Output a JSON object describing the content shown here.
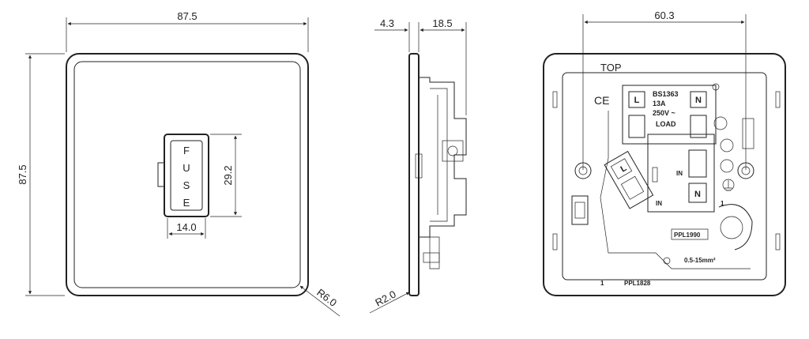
{
  "front_view": {
    "width_dim": "87.5",
    "height_dim": "87.5",
    "fuse_letters": [
      "F",
      "U",
      "S",
      "E"
    ],
    "fuse_height_dim": "29.2",
    "fuse_width_dim": "14.0",
    "corner_radius_dim": "R6.0"
  },
  "side_view": {
    "plate_depth_dim": "4.3",
    "body_depth_dim": "18.5",
    "edge_radius_dim": "R2.0"
  },
  "rear_view": {
    "fixing_centres_dim": "60.3",
    "top_label": "TOP",
    "ce_mark": "CE",
    "terminal_l": "L",
    "terminal_n": "N",
    "rating_lines": [
      "BS1363",
      "13A",
      "250V ~",
      "LOAD"
    ],
    "in_label": "IN",
    "lower_l": "L",
    "lower_n": "N",
    "part_1990": "PPL1990",
    "wire_size": "0.5-15mm²",
    "number_1": "1",
    "part_1828": "PPL1828"
  }
}
